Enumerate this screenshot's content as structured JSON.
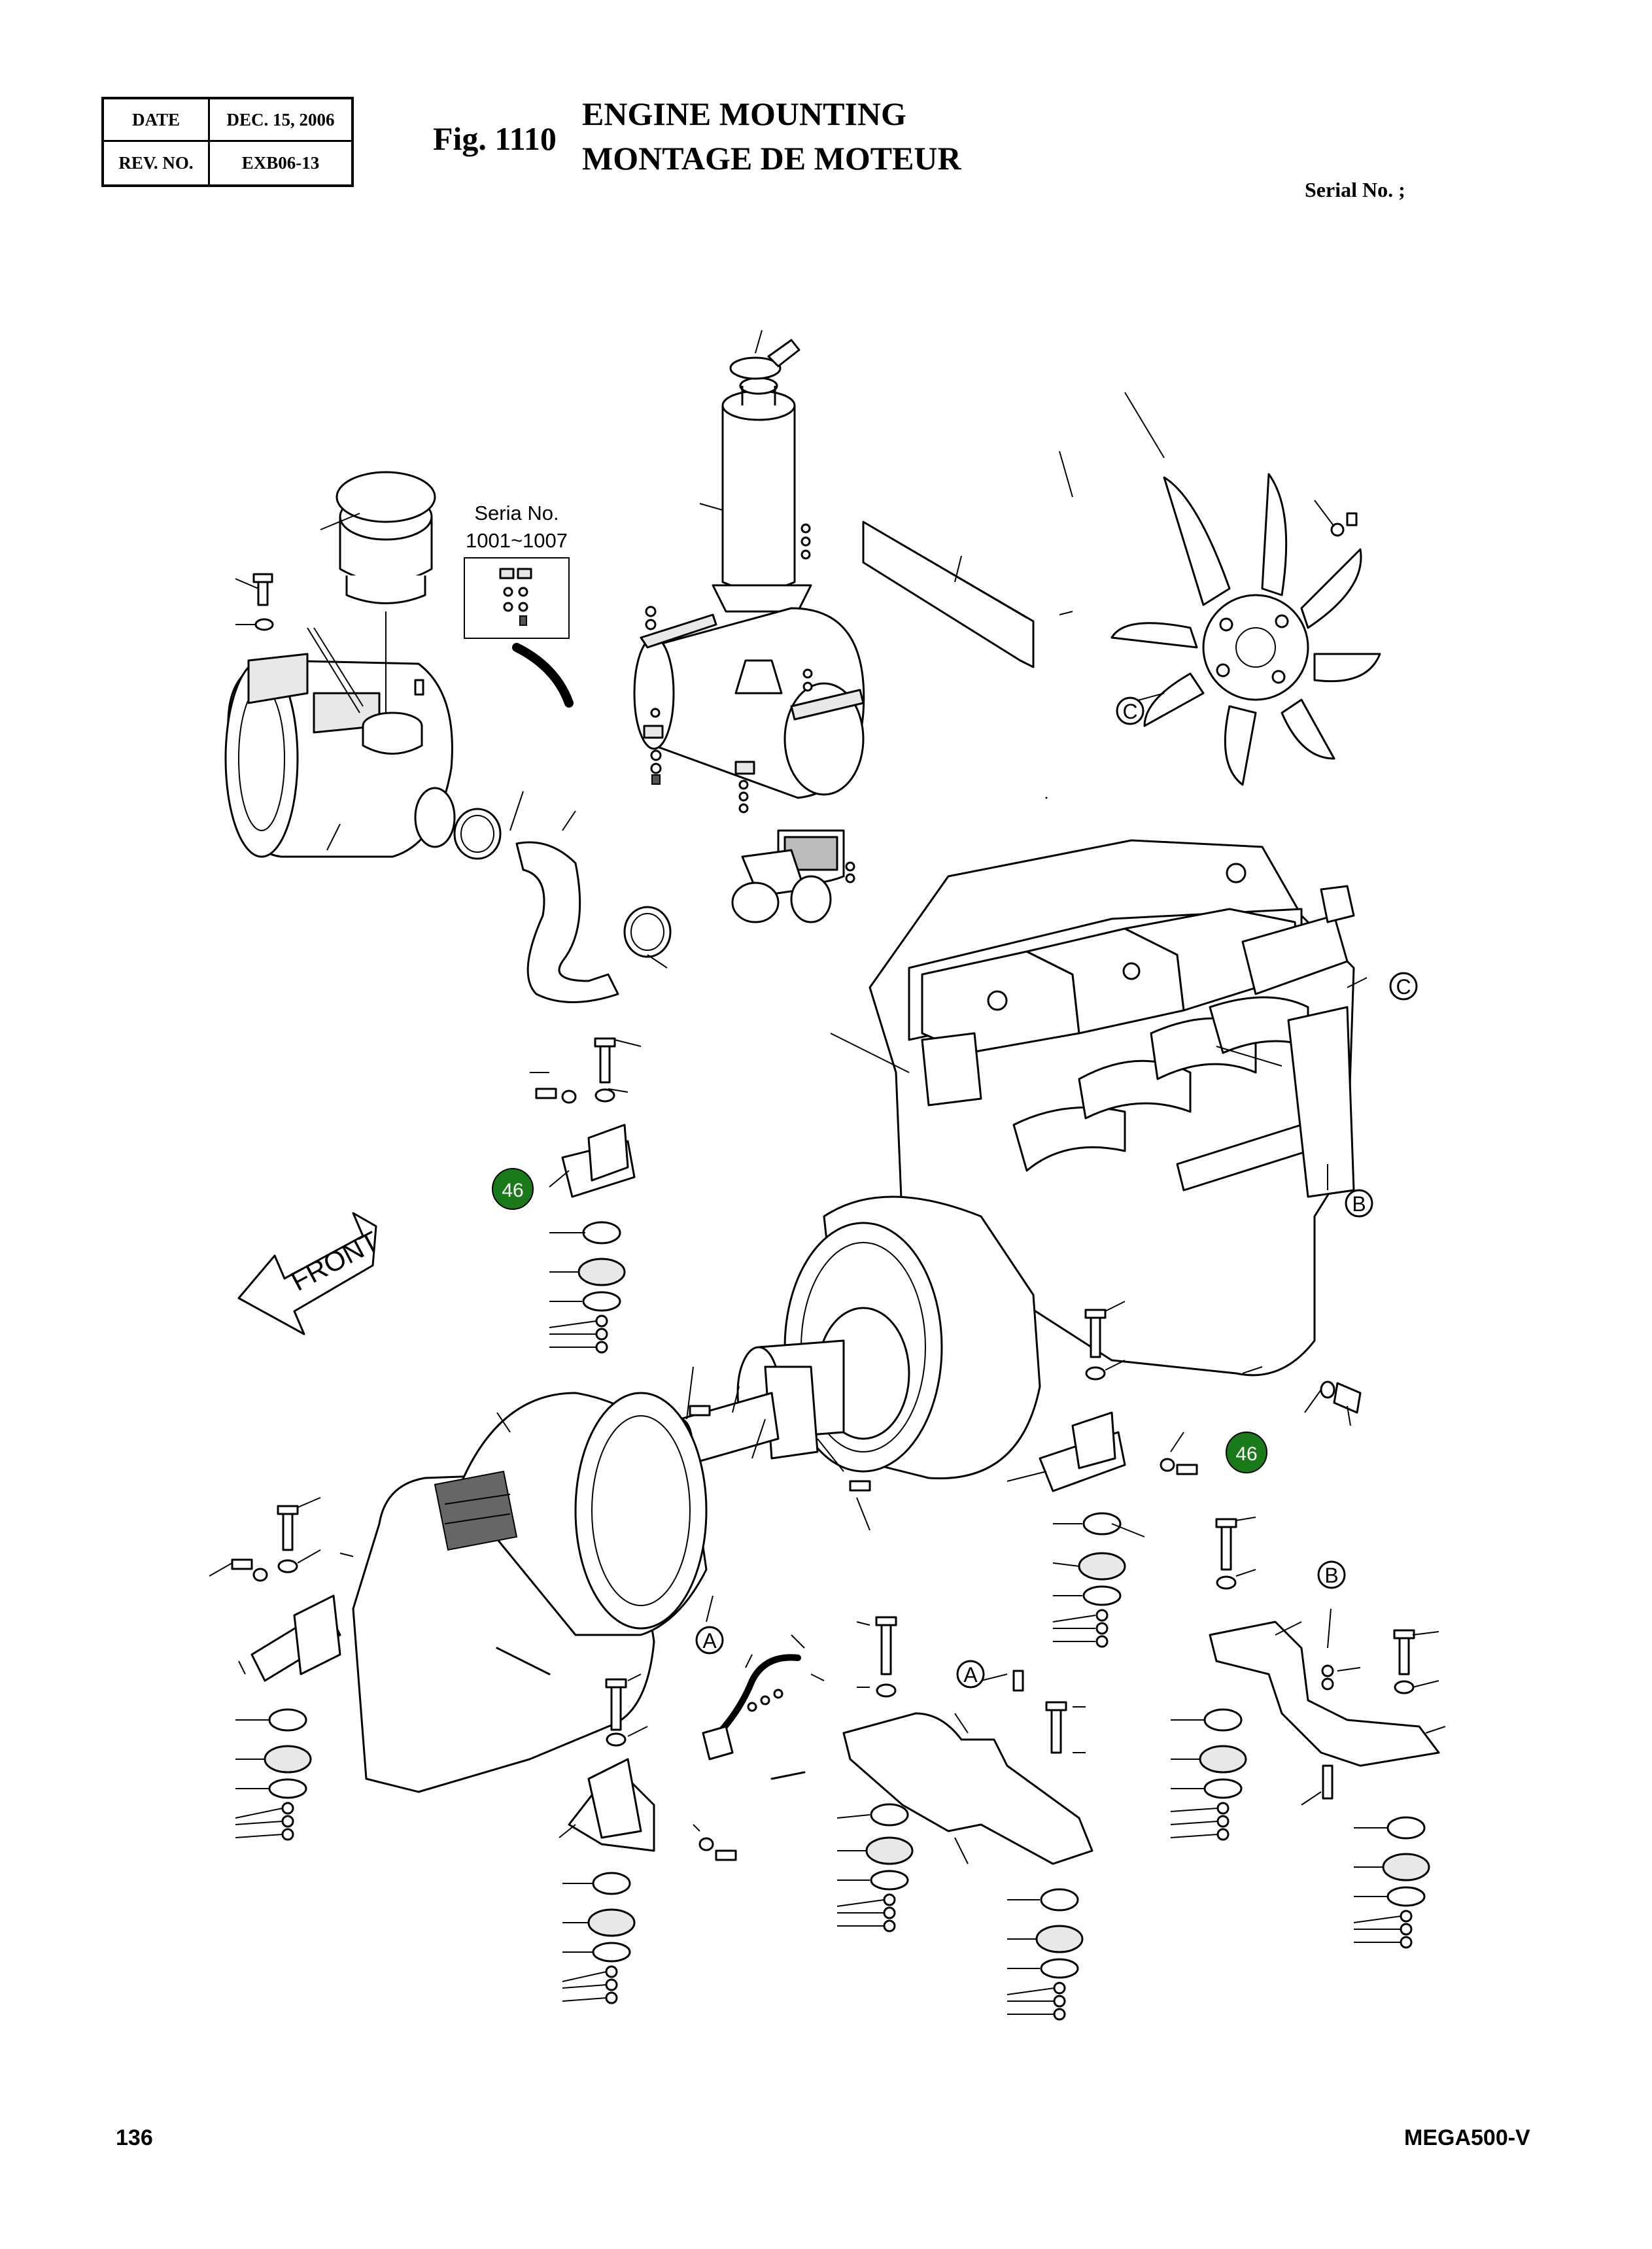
{
  "header": {
    "date_label": "DATE",
    "date_value": "DEC. 15, 2006",
    "rev_label": "REV. NO.",
    "rev_value": "EXB06-13"
  },
  "figure": {
    "number": "Fig. 1110",
    "title_en": "ENGINE MOUNTING",
    "title_fr": "MONTAGE DE MOTEUR",
    "serial": "Serial No. ;"
  },
  "diagram": {
    "serial_note_line1": "Seria No.",
    "serial_note_line2": "1001~1007",
    "front_label": "FRONT",
    "refs": {
      "A": "A",
      "B": "B",
      "C": "C"
    },
    "callouts": [
      "46",
      "46"
    ],
    "callout_color": "#1a7a1a"
  },
  "footer": {
    "page": "136",
    "model": "MEGA500-V"
  }
}
